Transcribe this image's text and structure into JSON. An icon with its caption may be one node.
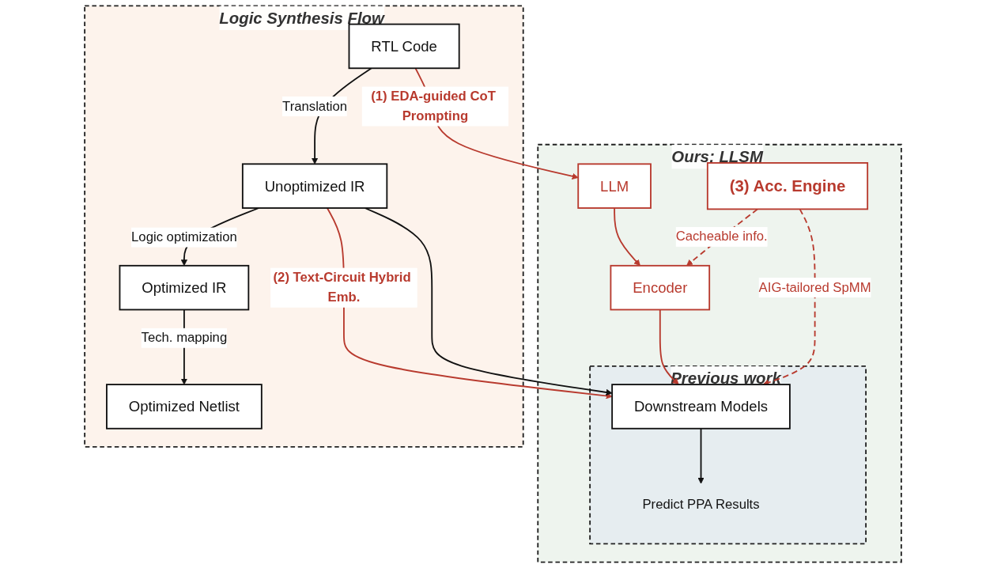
{
  "diagram": {
    "nodes": [
      {
        "text": [
          "Logic Synthesis Flow"
        ]
      },
      {
        "text": [
          "RTL Code"
        ],
        "in": 0
      },
      {
        "text": [
          "Unoptimized IR"
        ],
        "in": 0
      },
      {
        "text": [
          "Optimized IR"
        ],
        "in": 0
      },
      {
        "text": [
          "Optimized Netlist"
        ],
        "in": 0
      },
      {
        "text": [
          "Ours: LLSM"
        ]
      },
      {
        "text": [
          "LLM"
        ],
        "in": 5
      },
      {
        "text": [
          "Encoder"
        ],
        "in": 5
      },
      {
        "text": [
          "(3) Acc. Engine"
        ],
        "in": 5
      },
      {
        "text": [
          "Previous work"
        ],
        "in": 5
      },
      {
        "text": [
          "Downstream Models"
        ],
        "in": 9
      },
      {
        "text": [
          "Predict PPA Results"
        ],
        "in": 9
      }
    ],
    "edges": [
      {
        "from": 1,
        "to": 6,
        "arrow": "to",
        "label": "(1) EDA-guided CoT Prompting",
        "color": "#b83a2e"
      },
      {
        "from": 1,
        "to": 2,
        "arrow": "to",
        "label": "Translation",
        "color": "#111111"
      },
      {
        "from": 2,
        "to": 3,
        "arrow": "to",
        "label": "Logic optimization",
        "color": "#111111"
      },
      {
        "from": 3,
        "to": 4,
        "arrow": "to",
        "label": "Tech. mapping",
        "color": "#111111"
      },
      {
        "from": 6,
        "to": 7,
        "arrow": "to",
        "color": "#b83a2e"
      },
      {
        "from": 2,
        "to": 10,
        "arrow": "to",
        "label": "(2) Text-Circuit Hybrid Emb.",
        "color": "#b83a2e"
      },
      {
        "from": 7,
        "to": 10,
        "arrow": "to",
        "color": "#b83a2e"
      },
      {
        "from": 2,
        "to": 10,
        "arrow": "to",
        "color": "#111111"
      },
      {
        "from": 8,
        "to": 7,
        "arrow": "to",
        "label": "Cacheable info.",
        "style": "dashed",
        "color": "#b83a2e"
      },
      {
        "from": 8,
        "to": 10,
        "arrow": "to",
        "label": "AIG-tailored SpMM",
        "style": "dashed",
        "color": "#b83a2e"
      },
      {
        "from": 10,
        "to": 11,
        "arrow": "to",
        "color": "#111111"
      }
    ]
  }
}
